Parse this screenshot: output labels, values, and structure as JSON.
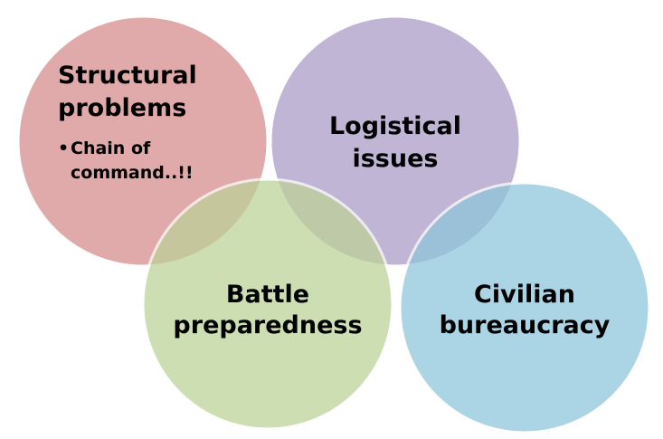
{
  "colors": {
    "structural": "#d58a8a",
    "logistical": "#a899c4",
    "battle": "#bcd296",
    "civilian": "#8cc6da"
  },
  "circles": {
    "structural": {
      "title_line1": "Structural",
      "title_line2": "problems",
      "bullet_line1": "Chain of",
      "bullet_line2": "command..!!"
    },
    "logistical": {
      "title_line1": "Logistical",
      "title_line2": "issues"
    },
    "battle": {
      "title_line1": "Battle",
      "title_line2": "preparedness"
    },
    "civilian": {
      "title_line1": "Civilian",
      "title_line2": "bureaucracy"
    }
  }
}
